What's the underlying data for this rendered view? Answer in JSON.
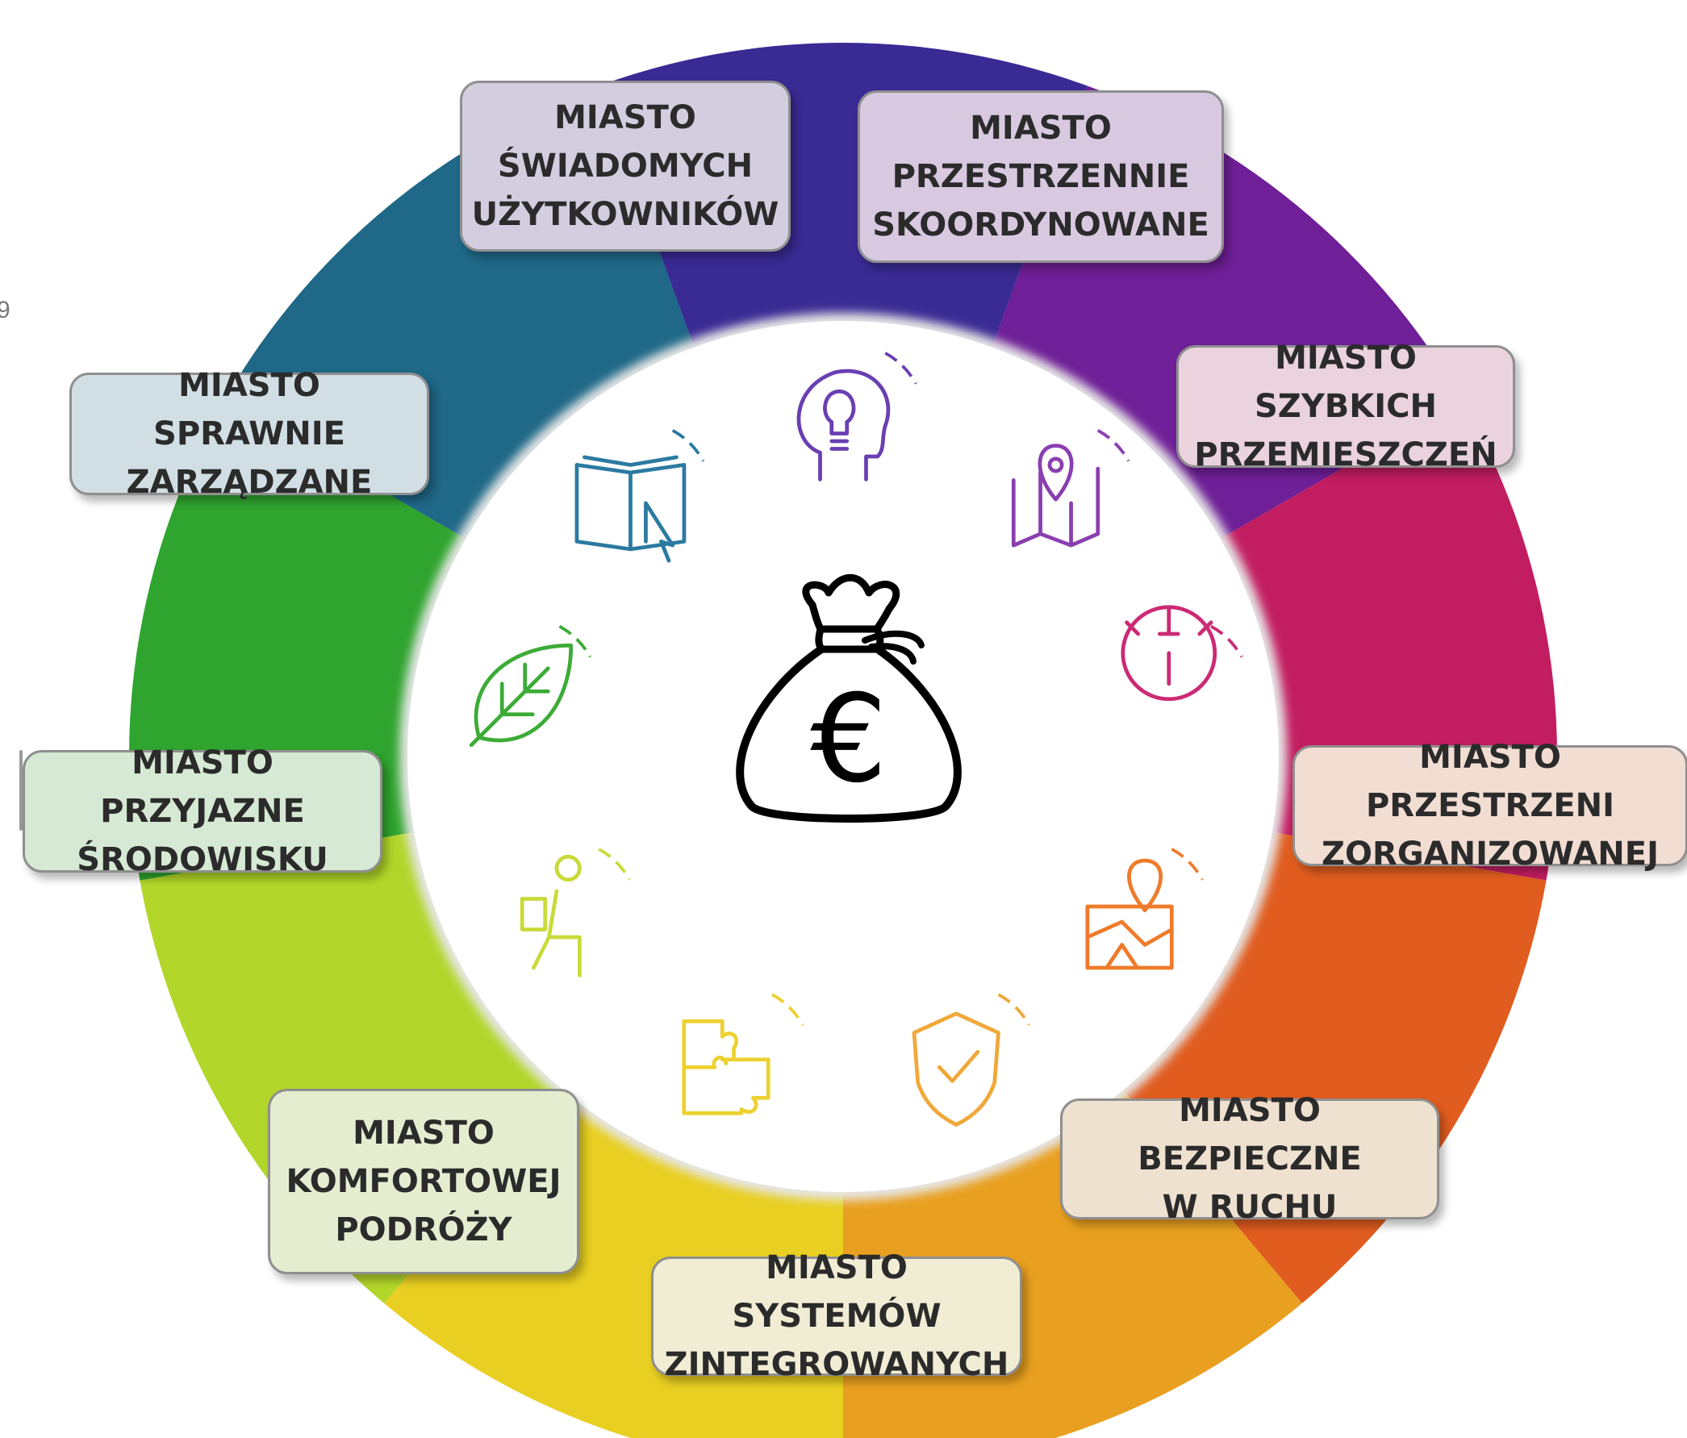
{
  "stray_text": "9",
  "center_icon": "money-bag-euro-icon",
  "center_symbol": "€",
  "segments": [
    {
      "label": "MIASTO\nŚWIADOMYCH\nUŻYTKOWNIKÓW",
      "color": "#3a2a93",
      "icon": "head-lightbulb-icon"
    },
    {
      "label": "MIASTO\nPRZESTRZENNIE\nSKOORDYNOWANE",
      "color": "#6f1f97",
      "icon": "map-pin-cycle-icon"
    },
    {
      "label": "MIASTO SZYBKICH\nPRZEMIESZCZEŃ",
      "color": "#c21d60",
      "icon": "stopwatch-icon"
    },
    {
      "label": "MIASTO PRZESTRZENI\nZORGANIZOWANEJ",
      "color": "#e05c1f",
      "icon": "map-location-icon"
    },
    {
      "label": "MIASTO BEZPIECZNE\nW RUCHU",
      "color": "#e9a020",
      "icon": "shield-check-icon"
    },
    {
      "label": "MIASTO SYSTEMÓW\nZINTEGROWANYCH",
      "color": "#e8cf21",
      "icon": "puzzle-icon"
    },
    {
      "label": "MIASTO\nKOMFORTOWEJ\nPODRÓŻY",
      "color": "#b2d62a",
      "icon": "seated-passenger-icon"
    },
    {
      "label": "MIASTO PRZYJAZNE\nŚRODOWISKU",
      "color": "#2fa42e",
      "icon": "leaf-icon"
    },
    {
      "label": "MIASTO SPRAWNIE\nZARZĄDZANE",
      "color": "#1f6887",
      "icon": "book-cursor-icon"
    }
  ],
  "label_fills": [
    "#d2cee0",
    "#d8c9e1",
    "#ead3dd",
    "#f2ddd2",
    "#efe1cf",
    "#f1ecd4",
    "#e5edd1",
    "#d6e9d4",
    "#d1dfe5"
  ],
  "icon_colors": [
    "#6a3fb3",
    "#8a3fb0",
    "#cc2a74",
    "#ef7a2a",
    "#f0a83a",
    "#ecd130",
    "#c9da3a",
    "#3cab37",
    "#2b7aa0"
  ]
}
